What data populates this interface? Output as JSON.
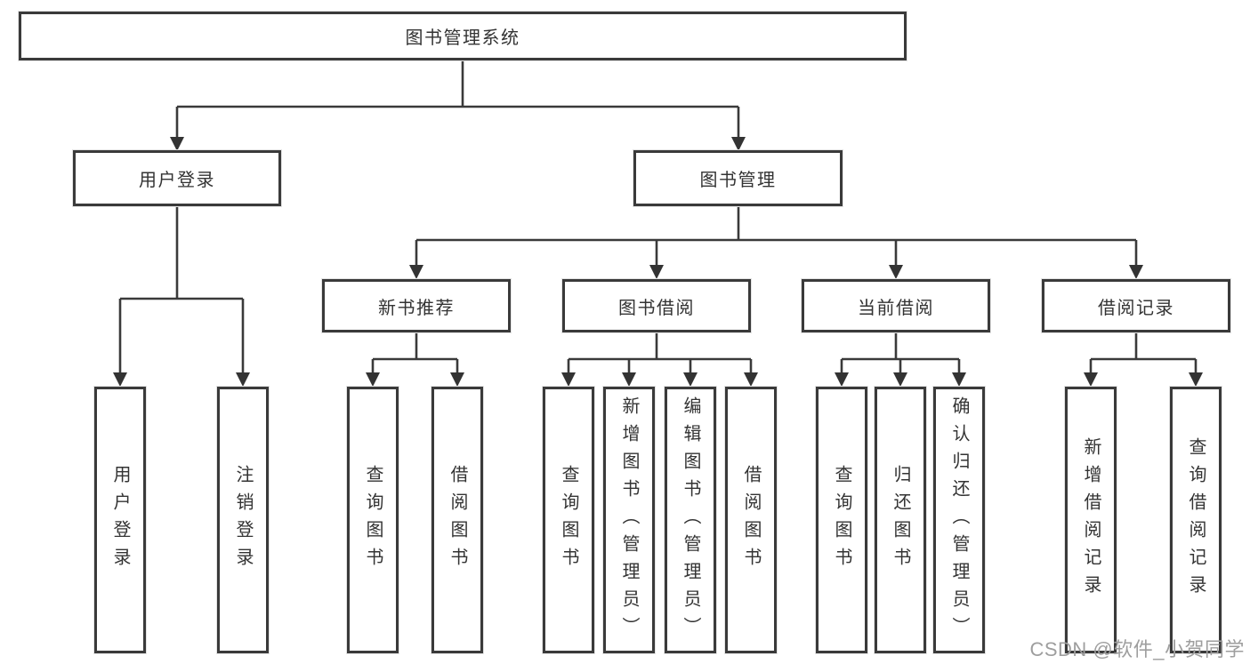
{
  "diagram": {
    "root": "图书管理系统",
    "level2": [
      "用户登录",
      "图书管理"
    ],
    "level3": [
      "新书推荐",
      "图书借阅",
      "当前借阅",
      "借阅记录"
    ],
    "leaves": {
      "group1": [
        "用户登录",
        "注销登录"
      ],
      "group2": [
        "查询图书",
        "借阅图书"
      ],
      "group3": [
        "查询图书",
        "新增图书（管理员）",
        "编辑图书（管理员）",
        "借阅图书"
      ],
      "group4": [
        "查询图书",
        "归还图书",
        "确认归还（管理员）"
      ],
      "group5": [
        "新增借阅记录",
        "查询借阅记录"
      ]
    }
  },
  "watermark": "CSDN @软件_小贺同学",
  "colors": {
    "line": "#3a3a3a",
    "box_border": "#3a3a3a",
    "text": "#333333",
    "watermark": "#9e9e9e",
    "background": "#ffffff"
  }
}
